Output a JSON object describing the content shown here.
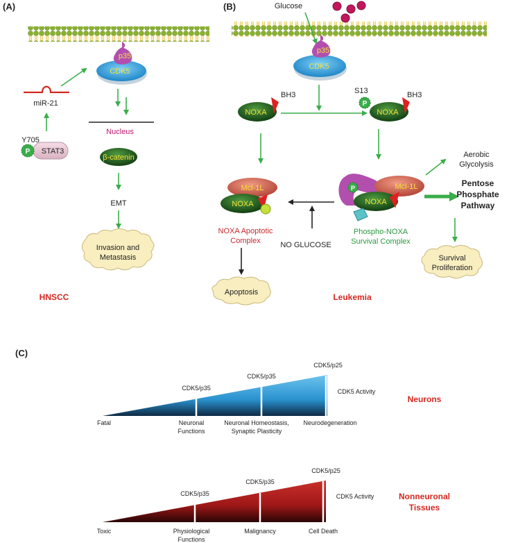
{
  "panels": {
    "a": "(A)",
    "b": "(B)",
    "c": "(C)"
  },
  "panel_a": {
    "p35": "p35",
    "cdk5": "CDK5",
    "mir21": "miR-21",
    "y705": "Y705",
    "p": "P",
    "stat3": "STAT3",
    "nucleus": "Nucleus",
    "beta_catenin": "β-catenin",
    "emt": "EMT",
    "invasion": [
      "Invasion and",
      "Metastasis"
    ],
    "caption": "HNSCC"
  },
  "panel_b": {
    "glucose": "Glucose",
    "p35": "p35",
    "cdk5": "CDK5",
    "bh3_left": "BH3",
    "noxa_left": "NOXA",
    "s13": "S13",
    "p": "P",
    "bh3_right": "BH3",
    "noxa_right": "NOXA",
    "mcl_left": "Mcl-1L",
    "noxa_complex_left": "NOXA",
    "apoptotic_complex": [
      "NOXA Apoptotic",
      "Complex"
    ],
    "no_glucose": "NO GLUCOSE",
    "apoptosis": "Apoptosis",
    "mcl_right": "Mcl-1L",
    "noxa_complex_right": "NOXA",
    "survival_complex": [
      "Phospho-NOXA",
      "Survival Complex"
    ],
    "aerobic": [
      "Aerobic",
      "Glycolysis"
    ],
    "pentose": [
      "Pentose",
      "Phosphate",
      "Pathway"
    ],
    "survival": [
      "Survival",
      "Proliferation"
    ],
    "caption": "Leukemia"
  },
  "panel_c": {
    "neurons": {
      "marks": [
        "CDK5/p35",
        "CDK5/p35",
        "CDK5/p25"
      ],
      "activity": "CDK5 Activity",
      "stages": [
        "Fatal",
        "Neuronal",
        "Functions",
        "Neuronal Homeostasis,",
        "Synaptic Plasticity",
        "Neurodegeneration"
      ],
      "caption": "Neurons"
    },
    "nonneuronal": {
      "marks": [
        "CDK5/p35",
        "CDK5/p35",
        "CDK5/p25"
      ],
      "activity": "CDK5 Activity",
      "stages": [
        "Toxic",
        "Physiological",
        "Functions",
        "Malignancy",
        "Cell Death"
      ],
      "caption": [
        "Nonneuronal",
        "Tissues"
      ]
    }
  },
  "colors": {
    "arrow_green": "#3aad4a",
    "caption_red": "#d3281f",
    "noxa_green": "#2d6e2a",
    "cdk5_blue": "#3fa6e0",
    "p35_purple": "#b24fae",
    "mcl_red": "#d9705a",
    "neurons_blue": "#3a9fd6",
    "tissues_red": "#b01c1c"
  }
}
